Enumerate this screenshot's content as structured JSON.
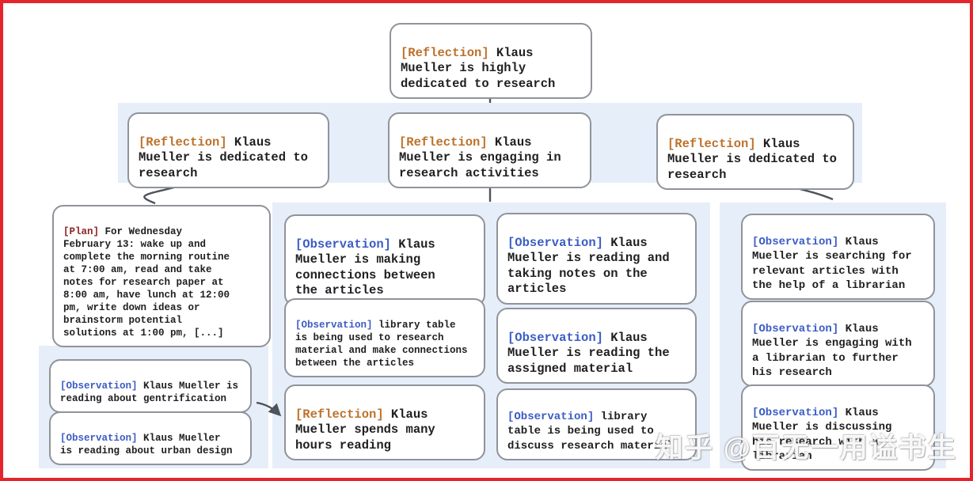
{
  "colors": {
    "frame": "#e5242b",
    "band": "#e6eefa",
    "boxborder": "#909399",
    "reflection": "#bd722c",
    "observation": "#3b5cc4",
    "plan": "#8e2323",
    "arrow": "#4d545b"
  },
  "watermark": "知乎 @百无一用谥书生",
  "nodes": {
    "root": {
      "tag": "[Reflection]",
      "text": " Klaus\nMueller is highly\ndedicated to research"
    },
    "refl_left": {
      "tag": "[Reflection]",
      "text": " Klaus\nMueller is dedicated to\nresearch"
    },
    "refl_mid": {
      "tag": "[Reflection]",
      "text": " Klaus\nMueller is engaging in\nresearch activities"
    },
    "refl_right": {
      "tag": "[Reflection]",
      "text": " Klaus\nMueller is dedicated to\nresearch"
    },
    "plan": {
      "tag": "[Plan]",
      "text": " For Wednesday\nFebruary 13: wake up and\ncomplete the morning routine\nat 7:00 am, read and take\nnotes for research paper at\n8:00 am, have lunch at 12:00\npm, write down ideas or\nbrainstorm potential\nsolutions at 1:00 pm, [...]"
    },
    "obs_gentrification": {
      "tag": "[Observation]",
      "text": " Klaus Mueller is\nreading about gentrification"
    },
    "obs_urban_design": {
      "tag": "[Observation]",
      "text": " Klaus Mueller\nis reading about urban design"
    },
    "obs_connections": {
      "tag": "[Observation]",
      "text": " Klaus\nMueller is making\nconnections between\nthe articles"
    },
    "obs_library_research": {
      "tag": "[Observation]",
      "text": " library table\nis being used to research\nmaterial and make connections\nbetween the articles"
    },
    "refl_hours": {
      "tag": "[Reflection]",
      "text": " Klaus\nMueller spends many\nhours reading"
    },
    "obs_taking_notes": {
      "tag": "[Observation]",
      "text": " Klaus\nMueller is reading and\ntaking notes on the\narticles"
    },
    "obs_assigned": {
      "tag": "[Observation]",
      "text": " Klaus\nMueller is reading the\nassigned material"
    },
    "obs_library_discuss": {
      "tag": "[Observation]",
      "text": " library\ntable is being used to\ndiscuss research material"
    },
    "obs_searching": {
      "tag": "[Observation]",
      "text": " Klaus\nMueller is searching for\nrelevant articles with\nthe help of a librarian"
    },
    "obs_engaging_librarian": {
      "tag": "[Observation]",
      "text": " Klaus\nMueller is engaging with\na librarian to further\nhis research"
    },
    "obs_discussing": {
      "tag": "[Observation]",
      "text": " Klaus\nMueller is discussing\nhis research with a\nlibrarian"
    }
  }
}
